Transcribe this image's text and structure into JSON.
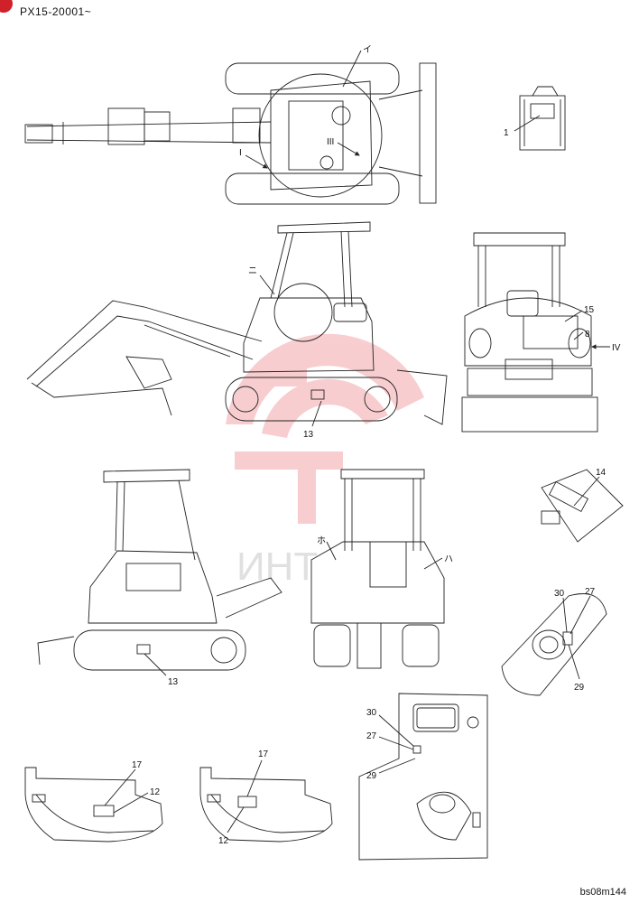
{
  "header": {
    "model_code": "PX15-20001~"
  },
  "footer": {
    "drawing_code": "bs08m144"
  },
  "watermark": {
    "text": "ИНТ",
    "color": "#e8505a"
  },
  "accent_color": "#d0202a",
  "views": {
    "top": {
      "callout_i": "イ",
      "arrow_I": "I",
      "arrow_III": "III"
    },
    "side_left": {
      "callout_ni": "ニ",
      "item_13": "13"
    },
    "rear": {
      "item_15": "15",
      "item_8": "8",
      "arrow_IV": "IV"
    },
    "decal": {
      "item_1": "1"
    },
    "detail_14": {
      "item_14": "14"
    },
    "side_right": {
      "item_13": "13"
    },
    "front": {
      "callout_ho": "ホ",
      "callout_ha": "ハ"
    },
    "detail_lever": {
      "item_30": "30",
      "item_27": "27",
      "item_29": "29"
    },
    "detail_panel": {
      "item_30": "30",
      "item_27": "27",
      "item_29": "29"
    },
    "detail_floor_a": {
      "item_17": "17",
      "item_12": "12"
    },
    "detail_floor_b": {
      "item_17": "17",
      "item_12": "12"
    }
  }
}
